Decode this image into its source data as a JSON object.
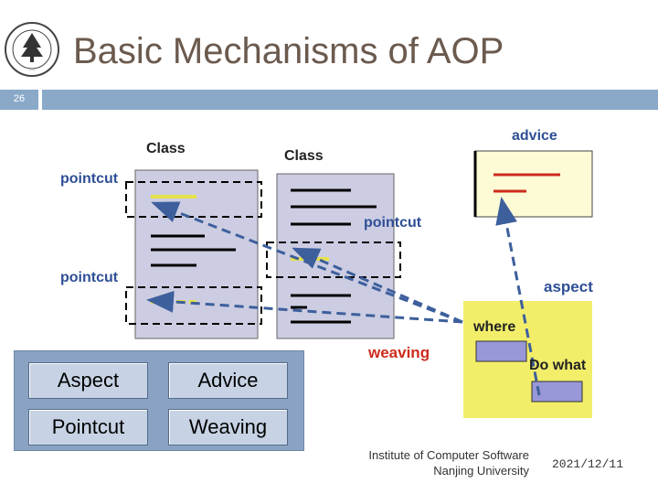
{
  "title": "Basic Mechanisms of AOP",
  "slide_number": "26",
  "diagram": {
    "class_label_1": "Class",
    "class_label_2": "Class",
    "pointcut_label_1": "pointcut",
    "pointcut_label_2": "pointcut",
    "pointcut_label_3": "pointcut",
    "advice_label": "advice",
    "aspect_label": "aspect",
    "where_label": "where",
    "do_what_label": "Do what",
    "weaving_label": "weaving"
  },
  "legend": {
    "cells": [
      "Aspect",
      "Advice",
      "Pointcut",
      "Weaving"
    ]
  },
  "footer": {
    "institute": "Institute of Computer Software",
    "university": "Nanjing University",
    "date": "2021/12/11"
  },
  "colors": {
    "title": "#6b5a4e",
    "header_bar": "#8aa9c9",
    "class_box": "#cccde2",
    "advice_box": "#fdfbd6",
    "aspect_box": "#f2ee6a",
    "arrow": "#3d5f9c",
    "label_blue": "#2e4f96",
    "label_red": "#cc2b1d"
  }
}
